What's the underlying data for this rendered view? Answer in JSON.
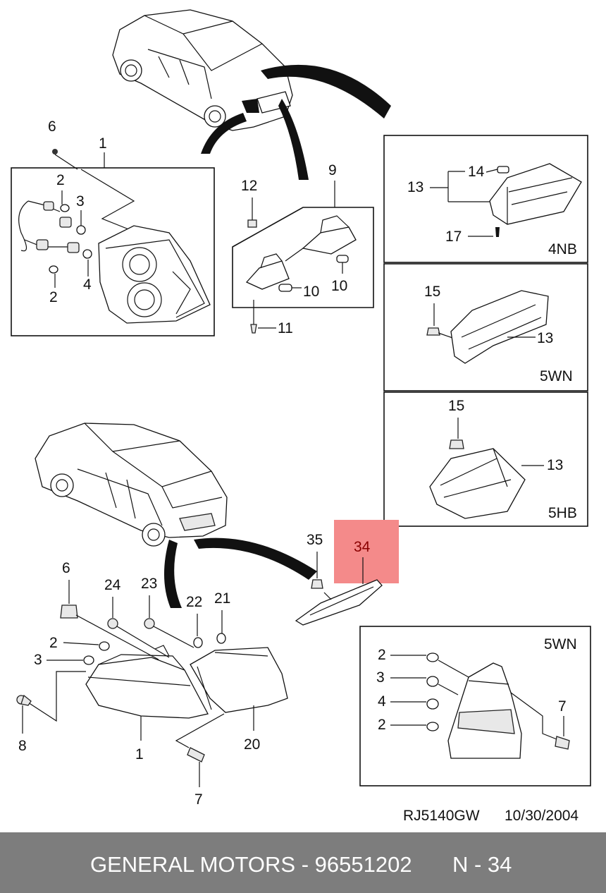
{
  "callouts": {
    "c6a": "6",
    "c1a": "1",
    "c2a": "2",
    "c3a": "3",
    "c2b": "2",
    "c4a": "4",
    "c12": "12",
    "c9": "9",
    "c10a": "10",
    "c10b": "10",
    "c11": "11",
    "c14": "14",
    "c13a": "13",
    "c17": "17",
    "c15a": "15",
    "c13b": "13",
    "c15b": "15",
    "c13c": "13",
    "c35": "35",
    "c34": "34",
    "c6b": "6",
    "c24": "24",
    "c23": "23",
    "c22": "22",
    "c21": "21",
    "c2c": "2",
    "c3b": "3",
    "c8": "8",
    "c1b": "1",
    "c20": "20",
    "c7a": "7",
    "c2d": "2",
    "c3c": "3",
    "c4b": "4",
    "c2e": "2",
    "c7b": "7"
  },
  "panels": {
    "p4nb": "4NB",
    "p5wn": "5WN",
    "p5hb": "5HB",
    "p5wn2": "5WN"
  },
  "drawing_code": "RJ5140GW",
  "drawing_date": "10/30/2004",
  "footer": {
    "brand_part": "GENERAL MOTORS - 96551202",
    "page_ref": "N - 34"
  },
  "highlight_color": "#f48a8a"
}
